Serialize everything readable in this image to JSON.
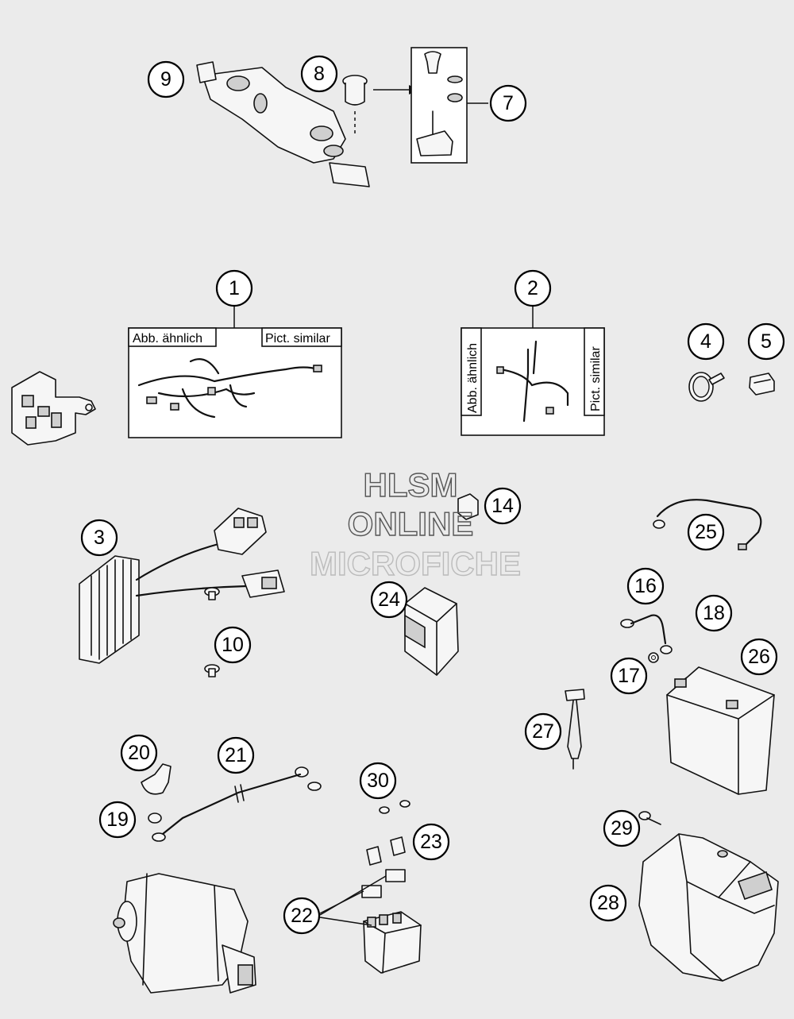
{
  "watermark": {
    "line1": "HLSM",
    "line2": "ONLINE",
    "line3": "MICROFICHE"
  },
  "box1": {
    "label_left": "Abb. ähnlich",
    "label_right": "Pict. similar"
  },
  "box2": {
    "label_left": "Abb. ähnlich",
    "label_right": "Pict. similar"
  },
  "callouts": {
    "c1": "1",
    "c2": "2",
    "c3": "3",
    "c4": "4",
    "c5": "5",
    "c7": "7",
    "c8": "8",
    "c9": "9",
    "c10": "10",
    "c14": "14",
    "c16": "16",
    "c17": "17",
    "c18": "18",
    "c19": "19",
    "c20": "20",
    "c21": "21",
    "c22": "22",
    "c23": "23",
    "c24": "24",
    "c25": "25",
    "c26": "26",
    "c27": "27",
    "c28": "28",
    "c29": "29",
    "c30": "30"
  }
}
